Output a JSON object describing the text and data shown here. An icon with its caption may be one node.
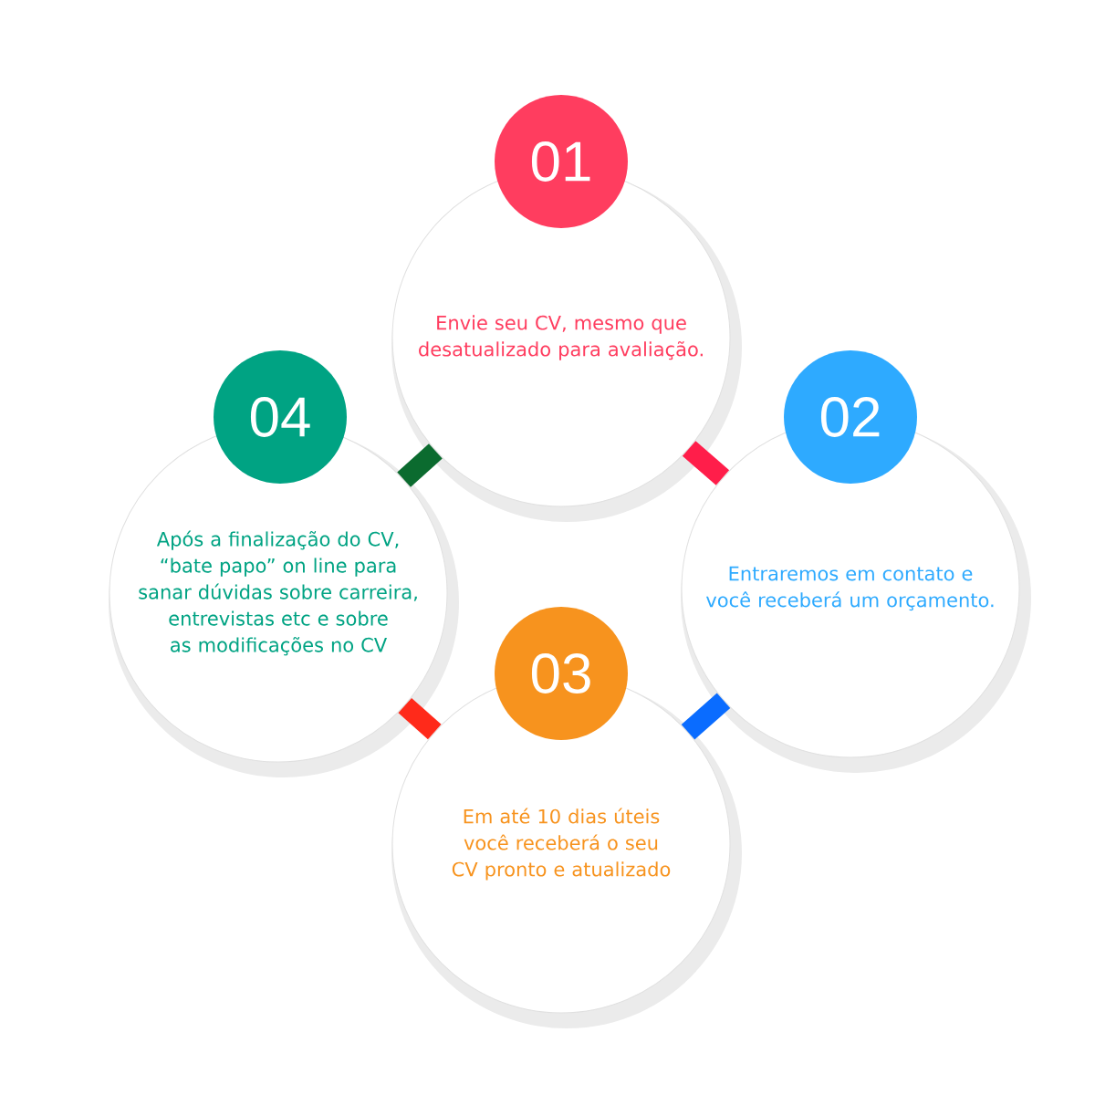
{
  "diagram": {
    "nodes": [
      {
        "text": [
          "01"
        ]
      },
      {
        "text": [
          "Envie seu CV, mesmo que desatualizado para avaliação."
        ]
      },
      {
        "text": [
          "02"
        ]
      },
      {
        "text": [
          "Entraremos em contato e você receberá um orçamento."
        ]
      },
      {
        "text": [
          "03"
        ]
      },
      {
        "text": [
          "Em até 10 dias úteis você receberá o seu CV pronto e atualizado"
        ]
      },
      {
        "text": [
          "04"
        ]
      },
      {
        "text": [
          "Após a finalização do CV, “bate papo”  on line para sanar dúvidas sobre carreira, entrevistas etc e sobre as modificações no CV"
        ]
      }
    ],
    "edges": [
      {
        "from": 1,
        "to": 3,
        "arrow": "none",
        "color": "#ff1e4a"
      },
      {
        "from": 3,
        "to": 5,
        "arrow": "none",
        "color": "#0a6cff"
      },
      {
        "from": 5,
        "to": 7,
        "arrow": "none",
        "color": "#ff2a1a"
      },
      {
        "from": 7,
        "to": 1,
        "arrow": "none",
        "color": "#0b6b2f"
      }
    ]
  }
}
